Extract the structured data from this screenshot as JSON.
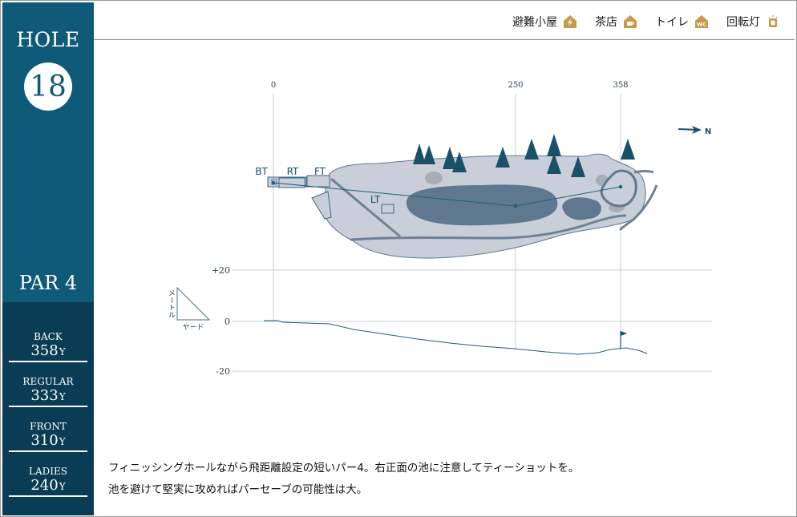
{
  "hole": {
    "label": "HOLE",
    "number": "18",
    "par": "PAR 4"
  },
  "yardages": [
    {
      "name": "BACK",
      "value": "358",
      "unit": "Y"
    },
    {
      "name": "REGULAR",
      "value": "333",
      "unit": "Y"
    },
    {
      "name": "FRONT",
      "value": "310",
      "unit": "Y"
    },
    {
      "name": "LADIES",
      "value": "240",
      "unit": "Y"
    }
  ],
  "legend": [
    {
      "label": "避難小屋",
      "icon": "lightning-shelter-icon"
    },
    {
      "label": "茶店",
      "icon": "tea-house-icon"
    },
    {
      "label": "トイレ",
      "icon": "toilet-icon"
    },
    {
      "label": "回転灯",
      "icon": "rotating-light-icon"
    }
  ],
  "distance_marks": [
    "0",
    "250",
    "358"
  ],
  "tees": [
    "BT",
    "RT",
    "FT",
    "LT"
  ],
  "north": "N",
  "elevation": {
    "ticks": [
      "+20",
      "0",
      "-20"
    ],
    "axis_vertical": "メートル",
    "axis_horizontal": "ヤード"
  },
  "description": [
    "フィニッシングホールながら飛距離設定の短いパー4。右正面の池に注意してティーショットを。",
    "池を避けて堅実に攻めればパーセーブの可能性は大。"
  ],
  "colors": {
    "sidebar": "#0f5a78",
    "sidebar_dark": "#0a3c55",
    "fairway": "#c9ced9",
    "water": "#5f7890",
    "tree": "#1a5169",
    "icon": "#c79a4a",
    "line": "#1e6079"
  }
}
